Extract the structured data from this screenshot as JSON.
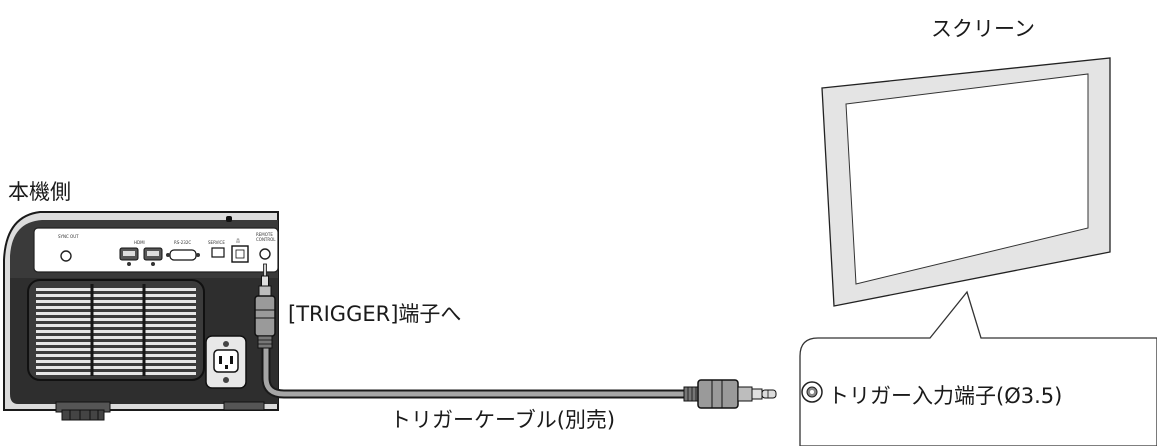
{
  "labels": {
    "screen": "スクリーン",
    "device_side": "本機側",
    "trigger_port": "[TRIGGER]端子へ",
    "trigger_cable": "トリガーケーブル(別売)",
    "screen_input": "トリガー入力端子(Ø3.5)"
  },
  "panel_labels": {
    "sync_out": "SYNC OUT",
    "hdmi": "HDMI",
    "rs232c": "RS-232C",
    "service": "SERVICE",
    "remote": "REMOTE",
    "remote2": "CONTROL"
  }
}
